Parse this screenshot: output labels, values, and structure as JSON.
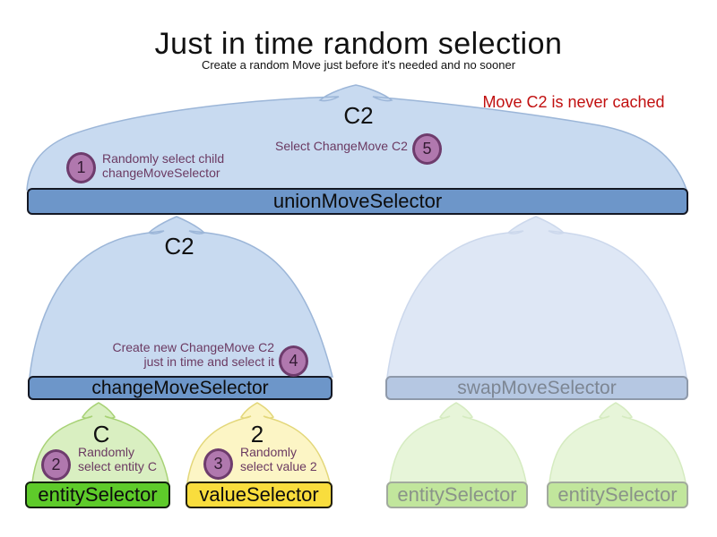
{
  "header": {
    "title": "Just in time random selection",
    "subtitle": "Create a random Move just before it's needed and no sooner",
    "annotation": "Move C2 is never cached"
  },
  "colors": {
    "annotation_red": "#c11010",
    "funnel_blue": "#c8daf0",
    "funnel_blue_faded": "#dee7f5",
    "funnel_green": "#d9efc1",
    "funnel_green_faded": "#e7f5d9",
    "funnel_yellow": "#fcf5c5",
    "bar_blue": "#6d96c9",
    "bar_swap_faded": "#b5c7e2",
    "bar_green": "#5ecb2a",
    "bar_green_faded": "#c1e69c",
    "bar_yellow": "#f9dd3d",
    "step_circle": "#b078ae",
    "step_text": "#6b3a62"
  },
  "selectors": {
    "union": {
      "label": "unionMoveSelector",
      "output": "C2"
    },
    "change": {
      "label": "changeMoveSelector",
      "output": "C2"
    },
    "swap": {
      "label": "swapMoveSelector"
    },
    "entity": {
      "label": "entitySelector",
      "output": "C"
    },
    "value": {
      "label": "valueSelector",
      "output": "2"
    },
    "entity2": {
      "label": "entitySelector"
    },
    "entity3": {
      "label": "entitySelector"
    }
  },
  "steps": {
    "s1": {
      "number": "1",
      "line1": "Randomly select child",
      "line2": "changeMoveSelector"
    },
    "s2": {
      "number": "2",
      "line1": "Randomly",
      "line2": "select entity C"
    },
    "s3": {
      "number": "3",
      "line1": "Randomly",
      "line2": "select value 2"
    },
    "s4": {
      "number": "4",
      "line1": "Create new ChangeMove C2",
      "line2": "just in time and select it"
    },
    "s5": {
      "number": "5",
      "line1": "Select ChangeMove C2"
    }
  }
}
